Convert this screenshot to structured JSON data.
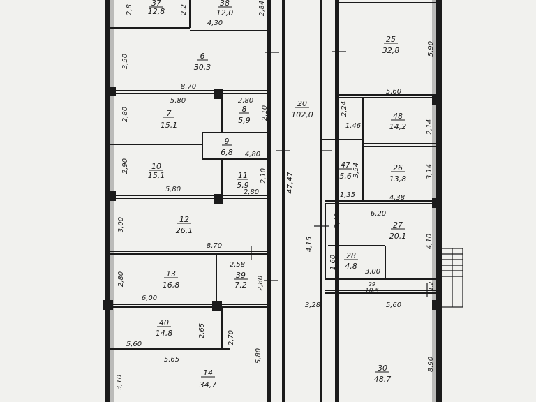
{
  "document": {
    "type": "floor-plan"
  },
  "rooms": [
    {
      "id": "r37",
      "number": "37",
      "area": "12,8"
    },
    {
      "id": "r38",
      "number": "38",
      "area": "12,0"
    },
    {
      "id": "r6",
      "number": "6",
      "area": "30,3"
    },
    {
      "id": "r7",
      "number": "7",
      "area": "15,1"
    },
    {
      "id": "r8",
      "number": "8",
      "area": "5,9"
    },
    {
      "id": "r9",
      "number": "9",
      "area": "6,8"
    },
    {
      "id": "r10",
      "number": "10",
      "area": "15,1"
    },
    {
      "id": "r11",
      "number": "11",
      "area": "5,9"
    },
    {
      "id": "r12",
      "number": "12",
      "area": "26,1"
    },
    {
      "id": "r13",
      "number": "13",
      "area": "16,8"
    },
    {
      "id": "r39",
      "number": "39",
      "area": "7,2"
    },
    {
      "id": "r40",
      "number": "40",
      "area": "14,8"
    },
    {
      "id": "r14",
      "number": "14",
      "area": "34,7"
    },
    {
      "id": "r20",
      "number": "20",
      "area": "102,0"
    },
    {
      "id": "r25",
      "number": "25",
      "area": "32,8"
    },
    {
      "id": "r48",
      "number": "48",
      "area": "14,2"
    },
    {
      "id": "r47",
      "number": "47",
      "area": "5,6"
    },
    {
      "id": "r26",
      "number": "26",
      "area": "13,8"
    },
    {
      "id": "r27",
      "number": "27",
      "area": "20,1"
    },
    {
      "id": "r28",
      "number": "28",
      "area": "4,8"
    },
    {
      "id": "r29",
      "number": "29",
      "area": "10,5"
    },
    {
      "id": "r30",
      "number": "30",
      "area": "48,7"
    }
  ],
  "dimensions": {
    "d1": "2,8",
    "d2": "2,2",
    "d3": "4,30",
    "d4": "2,84",
    "d5": "3,50",
    "d6": "8,70",
    "d7": "5,80",
    "d8": "2,80",
    "d9": "2,80",
    "d10": "2,10",
    "d11": "4,80",
    "d12": "2,90",
    "d13": "5,80",
    "d14": "2,10",
    "d15": "2,80",
    "d16": "47,47",
    "d17": "3,00",
    "d18": "8,70",
    "d19": "2,58",
    "d20": "2,80",
    "d21": "2,80",
    "d22": "6,00",
    "d23": "2,65",
    "d24": "2,70",
    "d25": "5,60",
    "d26": "5,65",
    "d27": "5,80",
    "d28": "3,10",
    "d29": "5,90",
    "d30": "5,60",
    "d31": "2,24",
    "d32": "1,46",
    "d33": "2,14",
    "d34": "3,54",
    "d35": "3,14",
    "d36": "1,35",
    "d37": "4,38",
    "d38": "6,20",
    "d39": "2,40",
    "d40": "4,15",
    "d41": "4,10",
    "d42": "1,60",
    "d43": "3,00",
    "d44": "1,2",
    "d45": "5,60",
    "d46": "3,28",
    "d47": "8,90"
  }
}
